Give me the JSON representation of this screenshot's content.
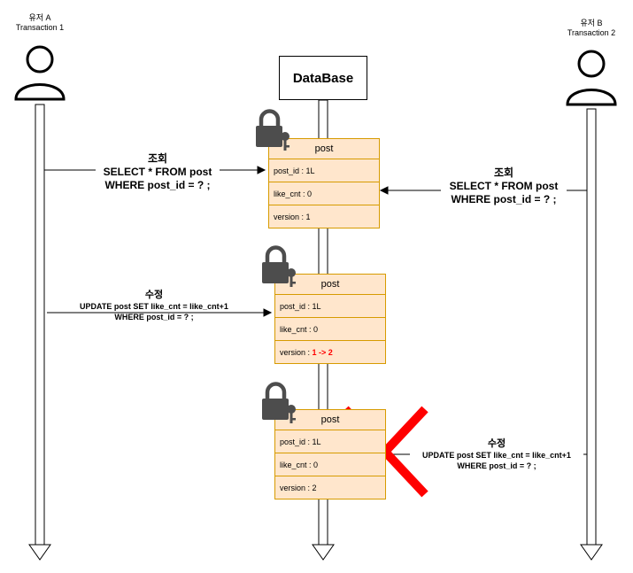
{
  "actors": {
    "user_a": {
      "name": "유저 A",
      "transaction": "Transaction 1"
    },
    "user_b": {
      "name": "유저 B",
      "transaction": "Transaction 2"
    }
  },
  "database": {
    "title": "DataBase"
  },
  "entities": [
    {
      "title": "post",
      "rows": [
        "post_id : 1L",
        "like_cnt : 0",
        "version : 1"
      ]
    },
    {
      "title": "post",
      "rows": [
        "post_id : 1L",
        "like_cnt : 0"
      ],
      "version_prefix": "version : ",
      "version_change": "1 -> 2"
    },
    {
      "title": "post",
      "rows": [
        "post_id : 1L",
        "like_cnt : 0",
        "version : 2"
      ]
    }
  ],
  "messages": {
    "a_select": {
      "title": "조회",
      "line1": "SELECT * FROM post",
      "line2": "WHERE post_id = ? ;"
    },
    "b_select": {
      "title": "조회",
      "line1": "SELECT * FROM post",
      "line2": "WHERE post_id = ? ;"
    },
    "a_update": {
      "title": "수정",
      "line1": "UPDATE post SET like_cnt = like_cnt+1",
      "line2": "WHERE post_id = ? ;"
    },
    "b_update": {
      "title": "수정",
      "line1": "UPDATE post SET like_cnt = like_cnt+1",
      "line2": "WHERE post_id = ? ;"
    }
  },
  "icons": {
    "lock": "lock-key-icon",
    "reject": "red-x-icon",
    "actor": "person-icon"
  },
  "colors": {
    "entity_fill": "#ffe6cc",
    "entity_border": "#d79b00",
    "reject": "#ff0000",
    "lock": "#4d4d4d"
  }
}
